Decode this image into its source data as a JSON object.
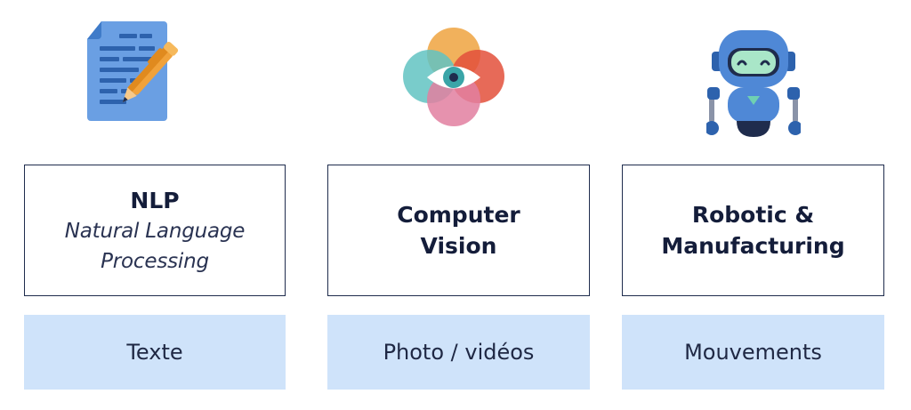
{
  "columns": [
    {
      "icon": "document-pen-icon",
      "title": "NLP",
      "subtitle_line1": "Natural Language",
      "subtitle_line2": "Processing",
      "tag": "Texte"
    },
    {
      "icon": "vision-eye-icon",
      "title_line1": "Computer",
      "title_line2": "Vision",
      "tag": "Photo / vidéos"
    },
    {
      "icon": "robot-icon",
      "title_line1": "Robotic &",
      "title_line2": "Manufacturing",
      "tag": "Mouvements"
    }
  ],
  "colors": {
    "border": "#1f2c4d",
    "tag_background": "#cfe3fa",
    "text": "#141d3a"
  }
}
